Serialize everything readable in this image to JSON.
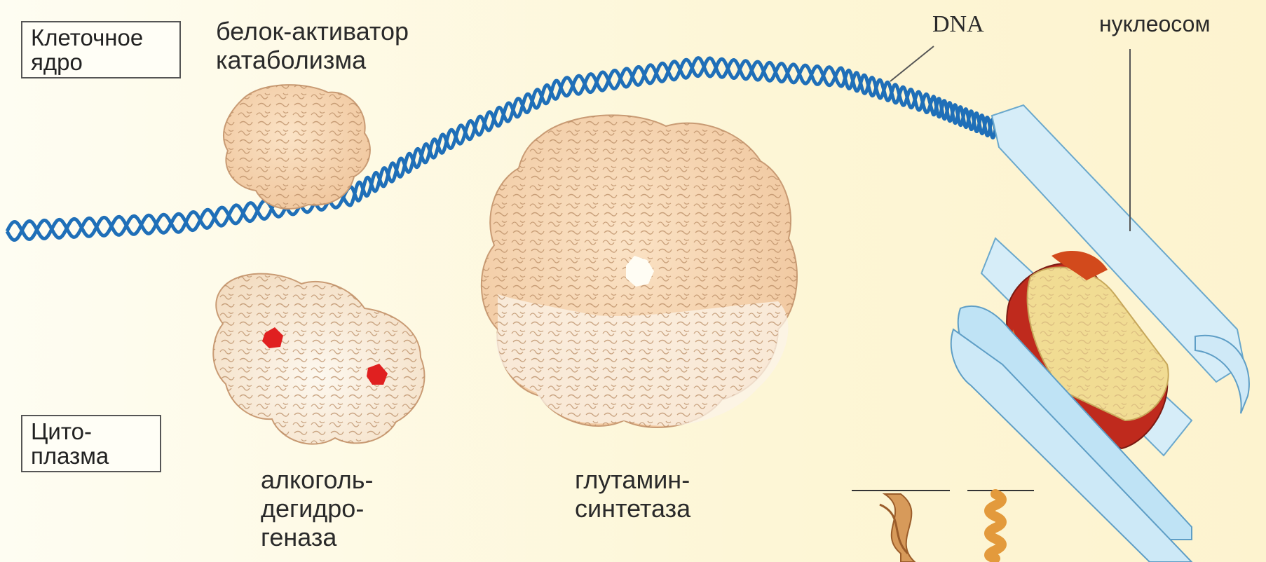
{
  "regions": {
    "nucleus": "Клеточное\nядро",
    "cytoplasm": "Цито-\nплазма"
  },
  "labels": {
    "cap_protein": "белок-активатор\nкатаболизма",
    "dna": "DNA",
    "nucleosome": "нуклеосом",
    "alcohol_dh": "алкоголь-\nдегидро-\nгеназа",
    "glutamine_synthetase": "глутамин-\nсинтетаза"
  },
  "colors": {
    "background": "#fefdf2",
    "dna_strand": "#1f6fb8",
    "protein": "#f2c9a0",
    "protein_light": "#faf1e4",
    "active_site": "#e02020",
    "histone_red": "#c92b1e",
    "histone_yellow": "#f1dc93",
    "nucleosome_tube": "#cfe9f7"
  }
}
